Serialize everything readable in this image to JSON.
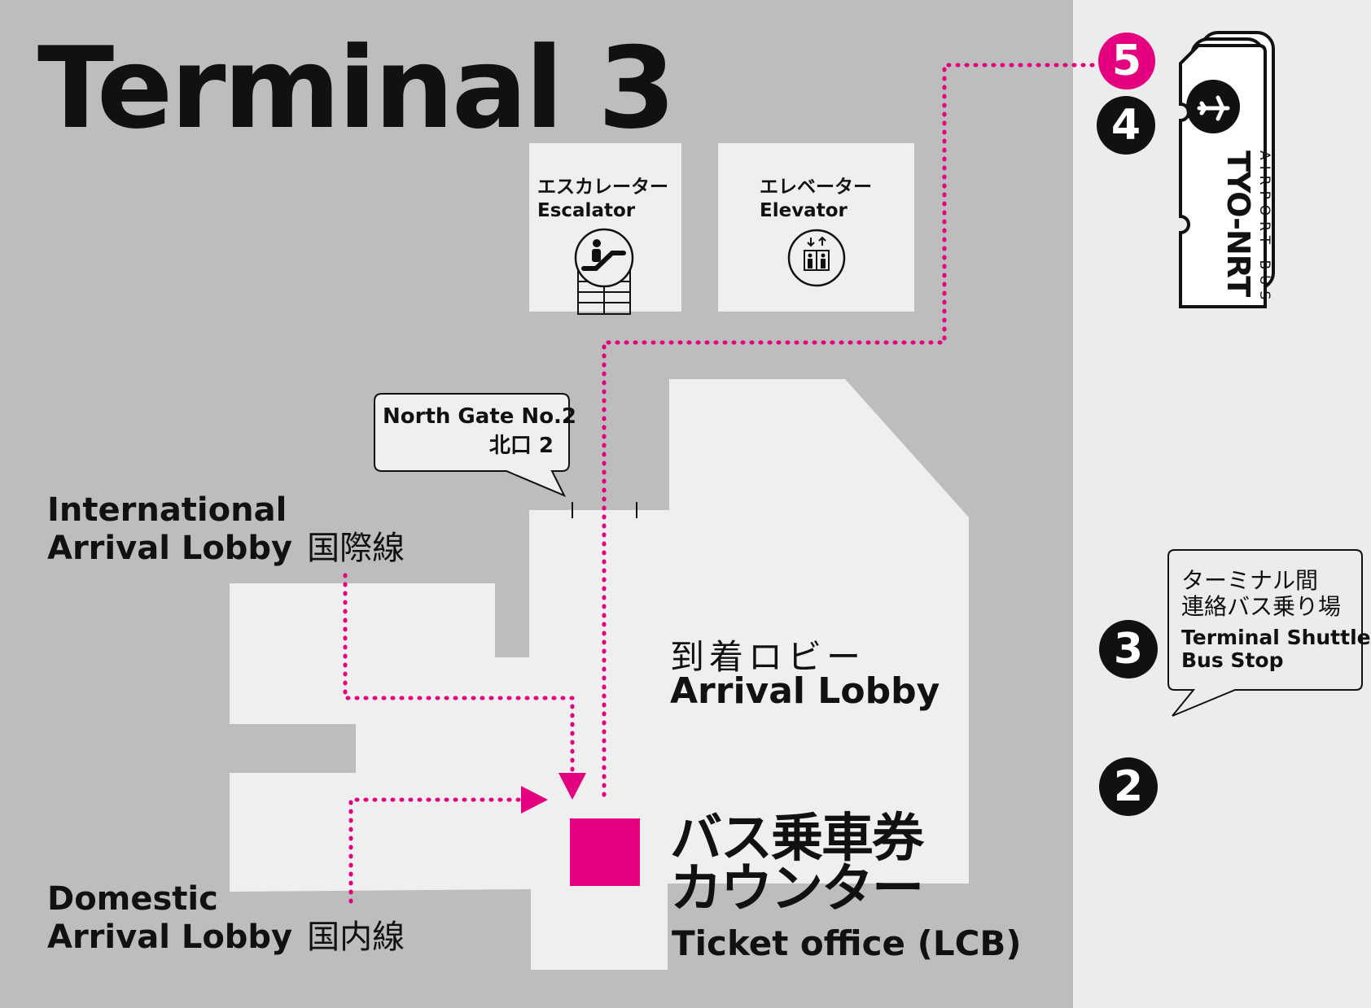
{
  "title": "Terminal 3",
  "escalator": {
    "label_ja": "エスカレーター",
    "label_en": "Escalator",
    "icon": "escalator-icon"
  },
  "elevator": {
    "label_ja": "エレベーター",
    "label_en": "Elevator",
    "icon": "elevator-icon"
  },
  "north_gate": {
    "label_en": "North Gate No.2",
    "label_ja": "北口 2"
  },
  "international_lobby": {
    "line1": "International",
    "line2": "Arrival Lobby",
    "ja": "国際線"
  },
  "domestic_lobby": {
    "line1": "Domestic",
    "line2": "Arrival Lobby",
    "ja": "国内線"
  },
  "arrival_lobby": {
    "ja": "到着ロビー",
    "en": "Arrival Lobby"
  },
  "ticket_office": {
    "ja_line1": "バス乗車券",
    "ja_line2": "カウンター",
    "en": "Ticket office (LCB)"
  },
  "bus_stops": [
    {
      "number": "5",
      "highlighted": true
    },
    {
      "number": "4",
      "highlighted": false
    },
    {
      "number": "3",
      "highlighted": false
    },
    {
      "number": "2",
      "highlighted": false
    }
  ],
  "shuttle_stop": {
    "ja_line1": "ターミナル間",
    "ja_line2": "連絡バス乗り場",
    "en_line1": "Terminal Shuttle",
    "en_line2": "Bus Stop"
  },
  "bus_sign": {
    "subtitle": "AIRPORT BUS",
    "name": "TYO-NRT",
    "icon": "airplane-icon"
  },
  "colors": {
    "route": "#e4007f",
    "background": "#bdbdbd",
    "floor": "#efefef",
    "outside": "#ececec",
    "ink": "#111111"
  }
}
